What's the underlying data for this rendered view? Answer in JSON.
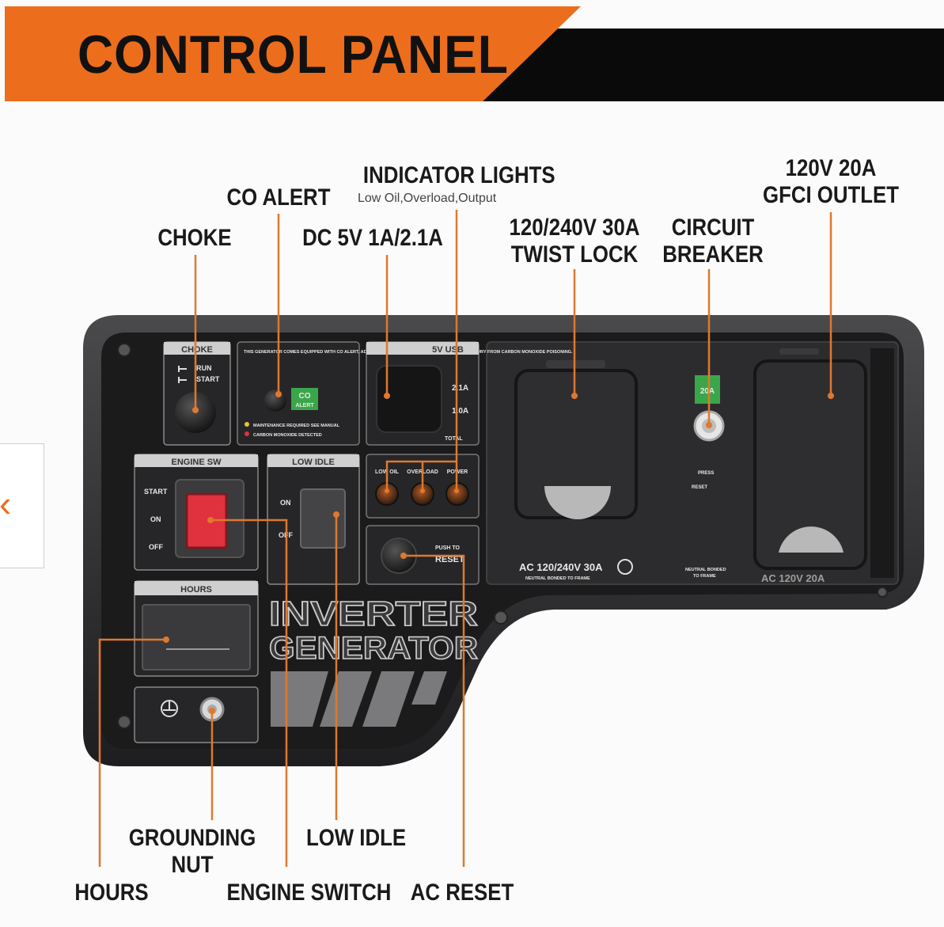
{
  "header": {
    "title": "CONTROL PANEL"
  },
  "nav": {
    "prev_icon": "‹"
  },
  "labels": {
    "indicator_lights": "INDICATOR LIGHTS",
    "indicator_sub": "Low Oil,Overload,Output",
    "co_alert": "CO ALERT",
    "choke": "CHOKE",
    "dc": "DC 5V 1A/2.1A",
    "twist_lock_1": "120/240V 30A",
    "twist_lock_2": "TWIST LOCK",
    "breaker_1": "CIRCUIT",
    "breaker_2": "BREAKER",
    "gfci_1": "120V 20A",
    "gfci_2": "GFCI OUTLET",
    "grounding_1": "GROUNDING",
    "grounding_2": "NUT",
    "low_idle": "LOW IDLE",
    "hours": "HOURS",
    "engine_switch": "ENGINE SWITCH",
    "ac_reset": "AC RESET"
  },
  "panel": {
    "choke_title": "CHOKE",
    "choke_run": "RUN",
    "choke_start": "START",
    "co_text": "THIS GENERATOR COMES EQUIPPED WITH CO ALERT, ADVANCED TECHNOLOGY TO PREVENT DEATH OR INJURY FROM CARBON MONOXIDE POISONING.",
    "co_badge_1": "CO",
    "co_badge_2": "ALERT",
    "co_note_1": "MAINTENANCE REQUIRED SEE MANUAL",
    "co_note_2": "CARBON MONOXIDE DETECTED",
    "usb_title": "5V USB",
    "usb_a1": "2.1A",
    "usb_a2": "1.0A",
    "usb_total": "TOTAL",
    "engine_title": "ENGINE SW",
    "engine_start": "START",
    "engine_on": "ON",
    "engine_off": "OFF",
    "idle_title": "LOW IDLE",
    "idle_on": "ON",
    "idle_off": "OFF",
    "light_1": "LOW OIL",
    "light_2": "OVERLOAD",
    "light_3": "POWER",
    "reset_1": "PUSH TO",
    "reset_2": "RESET",
    "hours_title": "HOURS",
    "brand_1": "INVERTER",
    "brand_2": "GENERATOR",
    "breaker_rating": "20A",
    "twist_label": "AC 120/240V 30A",
    "twist_sub": "NEUTRAL BONDED TO FRAME",
    "gfci_label": "AC 120V 20A",
    "neutral_note_1": "NEUTRAL BONDED",
    "neutral_note_2": "TO FRAME",
    "press_label": "PRESS",
    "reset_label": "RESET"
  },
  "colors": {
    "accent": "#ec6d1c",
    "leader": "#e0782e",
    "panel": "#2a2a2c",
    "green": "#3aa64a",
    "red": "#e0313f"
  }
}
